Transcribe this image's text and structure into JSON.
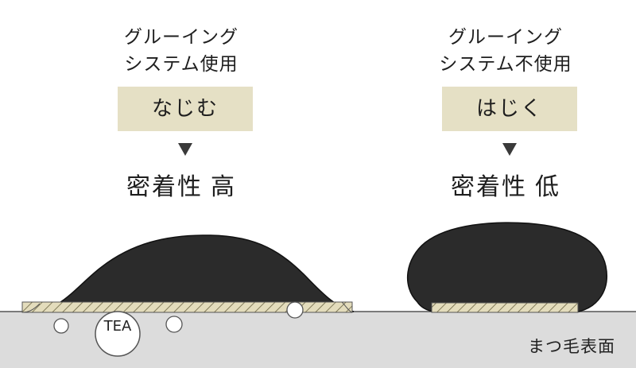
{
  "left": {
    "condition_line1": "グルーイング",
    "condition_line2": "システム使用",
    "tag": "なじむ",
    "result_label": "密着性",
    "result_value": "高"
  },
  "right": {
    "condition_line1": "グルーイング",
    "condition_line2": "システム不使用",
    "tag": "はじく",
    "result_label": "密着性",
    "result_value": "低"
  },
  "particle_label": "TEA",
  "surface_label": "まつ毛表面",
  "colors": {
    "tag_bg": "#e5e0c5",
    "drop": "#2b2b2b",
    "surface": "#dcdcdc",
    "hatch_bg": "#e3dcbc",
    "arrow": "#3a3a3a"
  }
}
